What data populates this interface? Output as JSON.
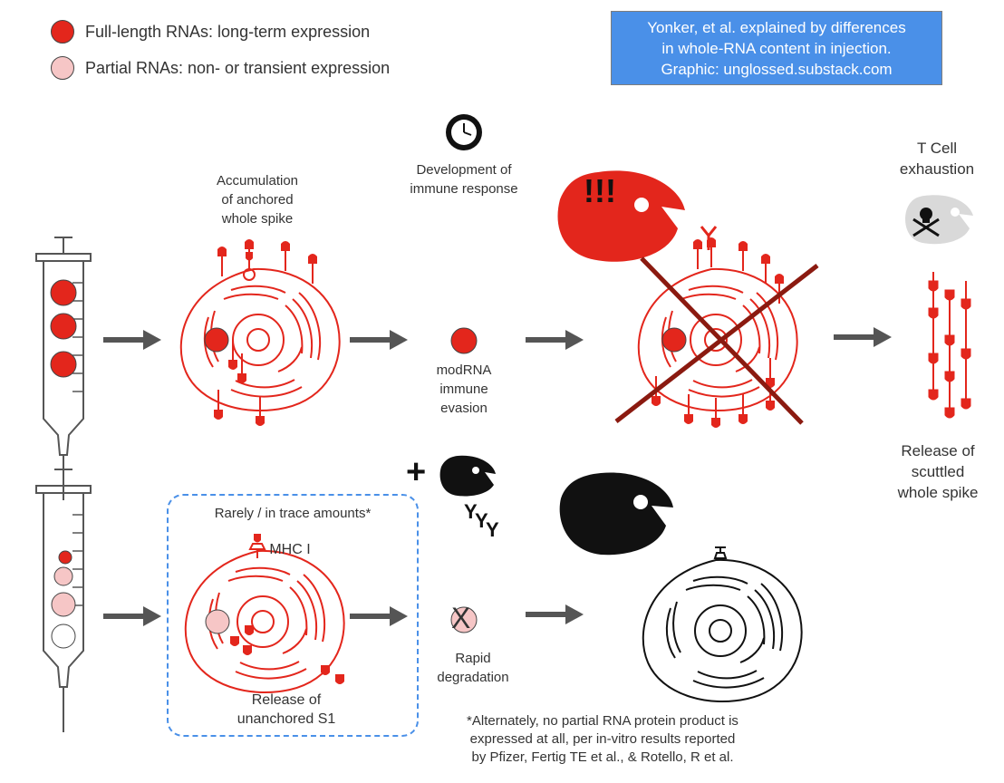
{
  "legend": {
    "full_length": "Full-length RNAs: long-term expression",
    "partial": "Partial RNAs: non- or transient expression"
  },
  "info_box": {
    "line1": "Yonker, et al. explained by differences",
    "line2": "in whole-RNA content in injection.",
    "line3": "Graphic: unglossed.substack.com"
  },
  "captions": {
    "accumulation": [
      "Accumulation",
      "of anchored",
      "whole spike"
    ],
    "development": [
      "Development of",
      "immune response"
    ],
    "modrna": [
      "modRNA",
      "immune",
      "evasion"
    ],
    "t_cell": [
      "T Cell",
      "exhaustion"
    ],
    "alarm": "!!!",
    "release_scuttled": [
      "Release of",
      "scuttled",
      "whole spike"
    ],
    "rarely": "Rarely / in trace amounts*",
    "mhc": "MHC I",
    "release_unanchored": [
      "Release of",
      "unanchored S1"
    ],
    "rapid": [
      "Rapid",
      "degradation"
    ],
    "footnote": [
      "*Alternately, no partial RNA protein product is",
      "expressed at all, per in-vitro results reported",
      "by Pfizer, Fertig TE et al., & Rotello, R et al."
    ],
    "plus": "+",
    "x_mark": "X"
  },
  "colors": {
    "red": "#e3261c",
    "pink": "#f6c6c6",
    "dark_red": "#8b1a10",
    "blue_box": "#4a90e8",
    "arrow": "#555555"
  },
  "icons": [
    "clock-icon",
    "skull-icon",
    "syringe-icon",
    "cell-icon",
    "macrophage-icon",
    "antibody-icon",
    "scale-icon",
    "spike-protein-icon"
  ]
}
